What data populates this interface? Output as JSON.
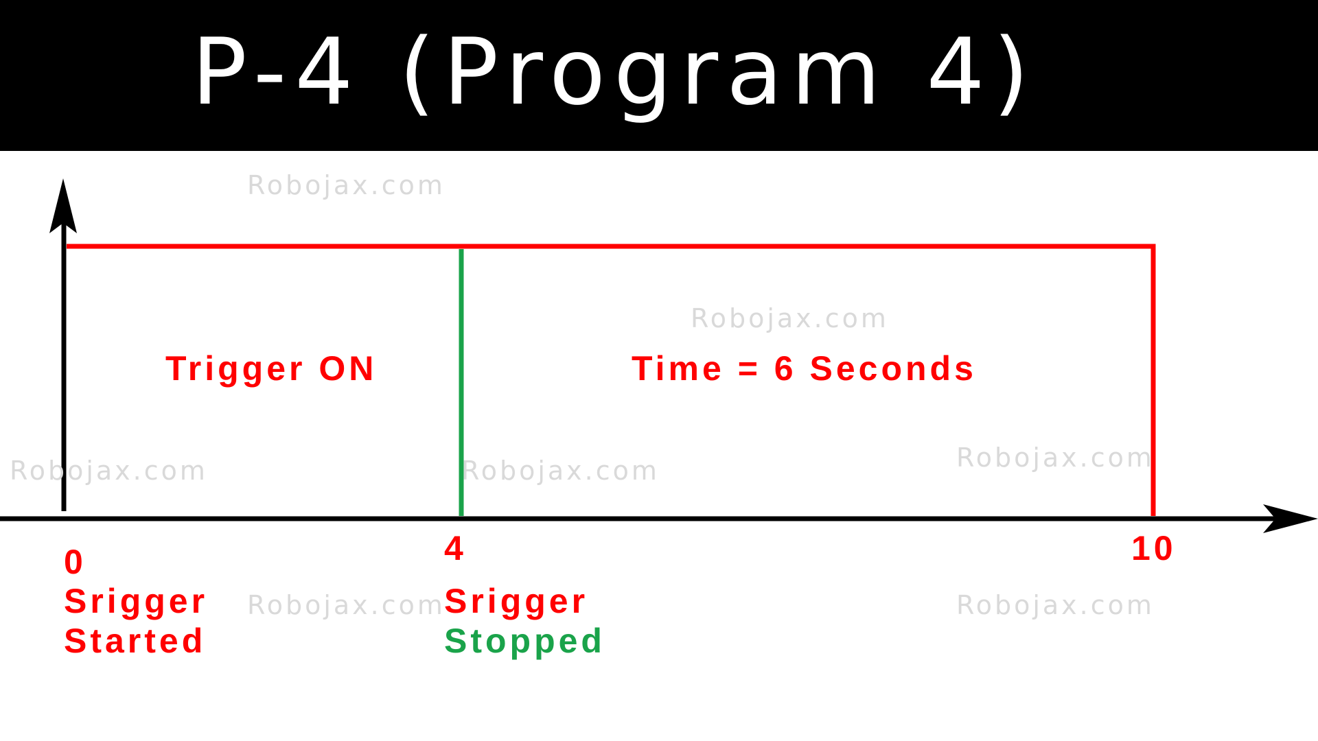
{
  "title": "P-4 (Program 4)",
  "watermark": "Robojax.com",
  "colors": {
    "title_background": "#000000",
    "title_text": "#ffffff",
    "axis": "#000000",
    "trigger_signal": "#ff0000",
    "stop_marker": "#1aa34a",
    "label_red": "#ff0000",
    "label_green": "#1aa34a",
    "watermark": "#d9d9d9"
  },
  "diagram": {
    "region_left_label": "Trigger ON",
    "region_right_label": "Time = 6 Seconds",
    "markers": [
      {
        "tick": "0",
        "line1": "Srigger",
        "line2": "Started"
      },
      {
        "tick": "4",
        "line1": "Srigger",
        "line2": "Stopped"
      },
      {
        "tick": "10"
      }
    ]
  }
}
